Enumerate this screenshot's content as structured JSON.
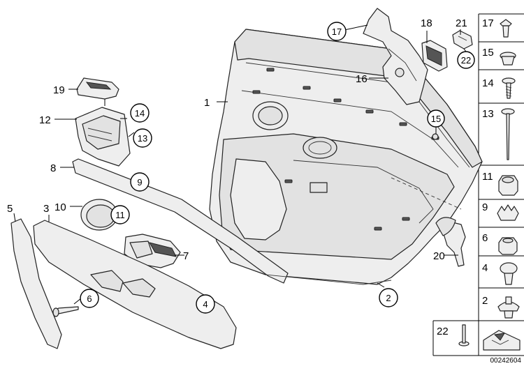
{
  "callouts": {
    "c1": "1",
    "c2": "2",
    "c3": "3",
    "c4": "4",
    "c5": "5",
    "c6": "6",
    "c7": "7",
    "c8": "8",
    "c9": "9",
    "c10": "10",
    "c11": "11",
    "c12": "12",
    "c13": "13",
    "c14": "14",
    "c15": "15",
    "c16": "16",
    "c17": "17",
    "c18": "18",
    "c19": "19",
    "c20": "20",
    "c21": "21",
    "c22": "22"
  },
  "table": {
    "r17": "17",
    "r15": "15",
    "r14": "14",
    "r13": "13",
    "r11": "11",
    "r9": "9",
    "r6": "6",
    "r4": "4",
    "r2": "2",
    "r22": "22"
  },
  "reference": "00242604"
}
